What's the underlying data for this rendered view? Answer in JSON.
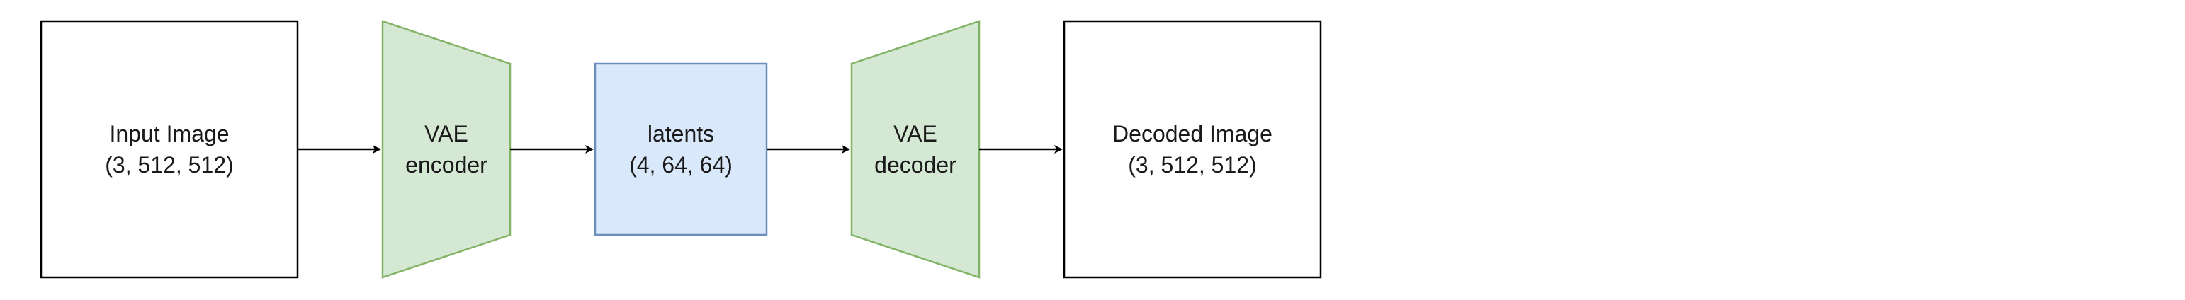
{
  "nodes": {
    "input_image": {
      "line1": "Input Image",
      "line2": "(3, 512, 512)"
    },
    "vae_encoder": {
      "line1": "VAE",
      "line2": "encoder"
    },
    "latents": {
      "line1": "latents",
      "line2": "(4, 64, 64)"
    },
    "vae_decoder": {
      "line1": "VAE",
      "line2": "decoder"
    },
    "decoded_image": {
      "line1": "Decoded Image",
      "line2": "(3, 512, 512)"
    }
  },
  "colors": {
    "box_stroke": "#000000",
    "box_fill": "#ffffff",
    "trapezoid_fill": "#d5e8d4",
    "trapezoid_stroke": "#82b366",
    "latents_fill": "#dae8fc",
    "latents_stroke": "#6c8ebf",
    "arrow": "#000000"
  },
  "icons": {
    "arrow_head": "arrow-right-icon"
  }
}
